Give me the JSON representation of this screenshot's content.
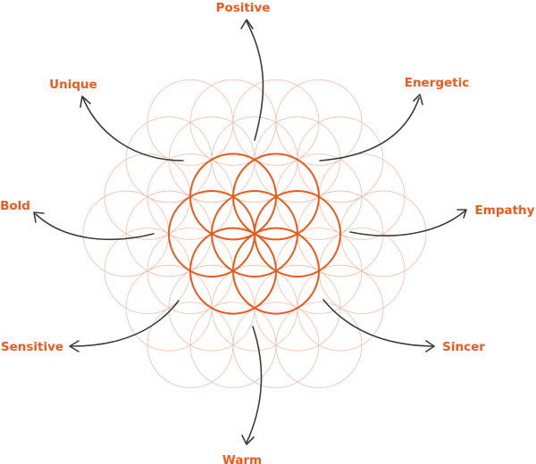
{
  "diagram": {
    "accent_color": "#ee5a1c",
    "pattern_color": "#f2b49b",
    "arrow_color": "#3c3c3c",
    "center_motif": "flower-of-life",
    "labels": [
      {
        "id": "positive",
        "text": "Positive"
      },
      {
        "id": "energetic",
        "text": "Energetic"
      },
      {
        "id": "empathy",
        "text": "Empathy"
      },
      {
        "id": "sincer",
        "text": "Sincer"
      },
      {
        "id": "warm",
        "text": "Warm"
      },
      {
        "id": "sensitive",
        "text": "Sensitive"
      },
      {
        "id": "bold",
        "text": "Bold"
      },
      {
        "id": "unique",
        "text": "Unique"
      }
    ]
  }
}
